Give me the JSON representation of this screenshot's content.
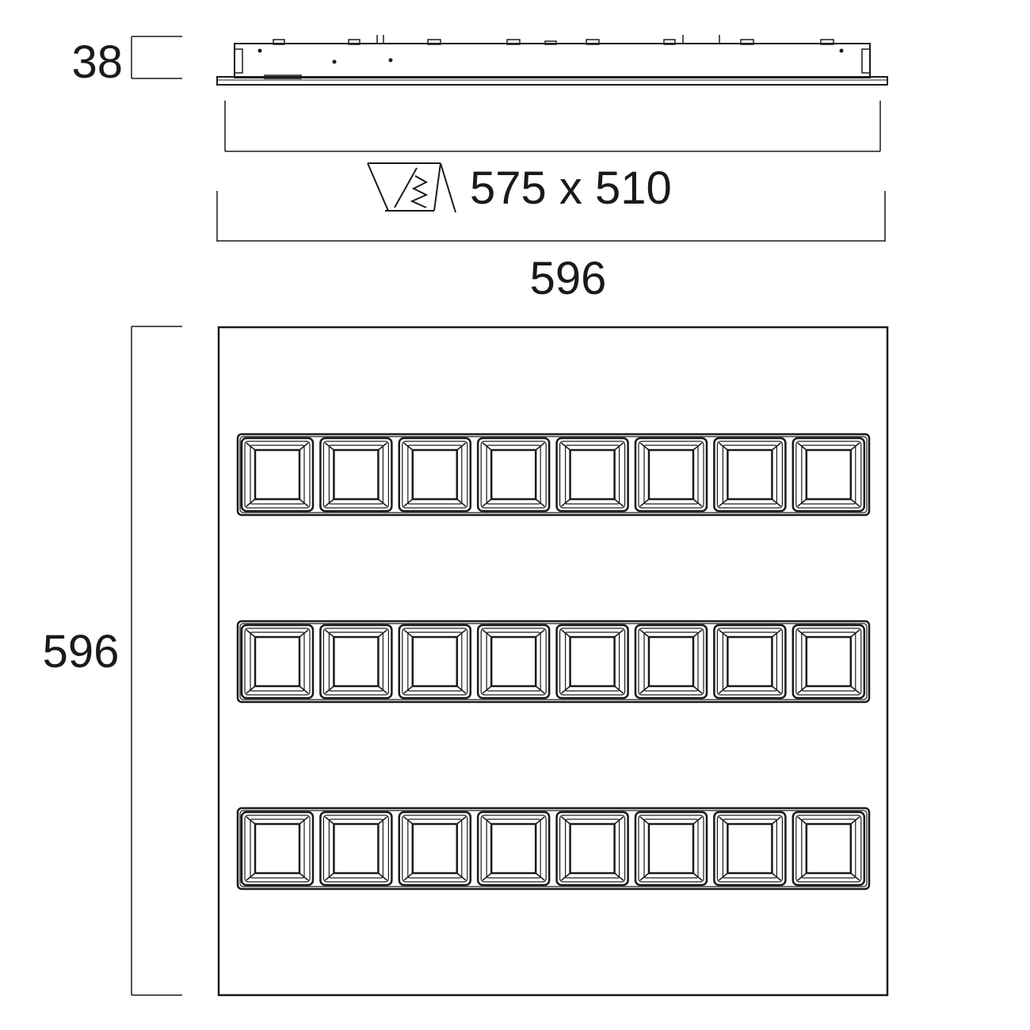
{
  "dimensions": {
    "height_mm": "38",
    "cutout": "575 x 510",
    "width_mm": "596",
    "depth_mm": "596"
  },
  "grid": {
    "rows": 3,
    "cells_per_row": 8
  },
  "icons": {
    "cutout_symbol": "ceiling-cutout-icon"
  },
  "colors": {
    "line": "#1a1a1a",
    "background": "#ffffff"
  }
}
